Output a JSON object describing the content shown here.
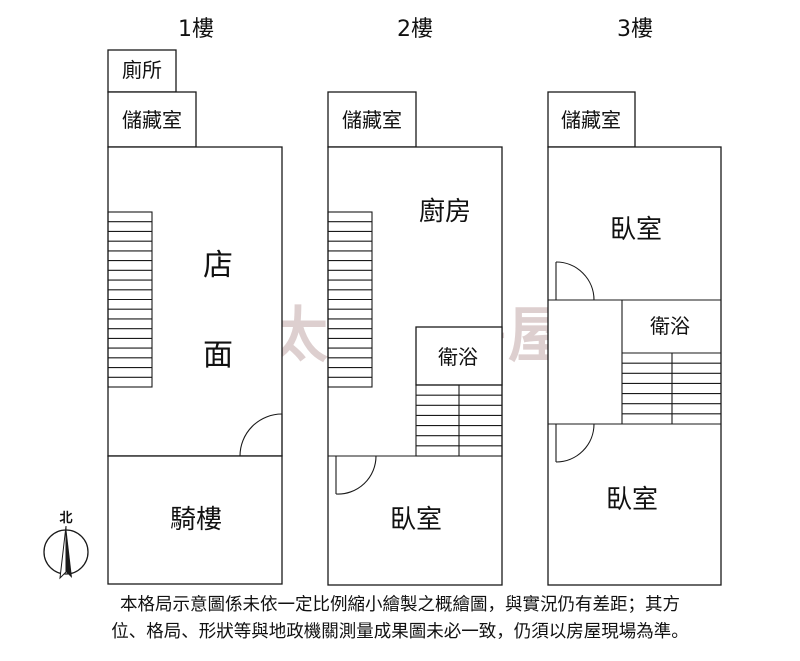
{
  "floors": [
    {
      "label": "1樓"
    },
    {
      "label": "2樓"
    },
    {
      "label": "3樓"
    }
  ],
  "rooms": {
    "f1": {
      "toilet": "廁所",
      "storage": "儲藏室",
      "shop_line1": "店",
      "shop_line2": "面",
      "arcade": "騎樓"
    },
    "f2": {
      "storage": "儲藏室",
      "kitchen": "廚房",
      "bath": "衛浴",
      "bedroom": "臥室"
    },
    "f3": {
      "storage": "儲藏室",
      "bedroom_top": "臥室",
      "bath": "衛浴",
      "bedroom_bottom": "臥室"
    }
  },
  "compass": {
    "north": "北"
  },
  "watermark": {
    "text": "太平洋房屋"
  },
  "disclaimer": {
    "line1": "本格局示意圖係未依一定比例縮小繪製之概繪圖，與實況仍有差距；其方",
    "line2": "位、格局、形狀等與地政機關測量成果圖未必一致，仍須以房屋現場為準。"
  },
  "colors": {
    "wall": "#1a1a1a",
    "watermark": "#d8c7c7",
    "watermark_logo": "#e8b4b4"
  }
}
